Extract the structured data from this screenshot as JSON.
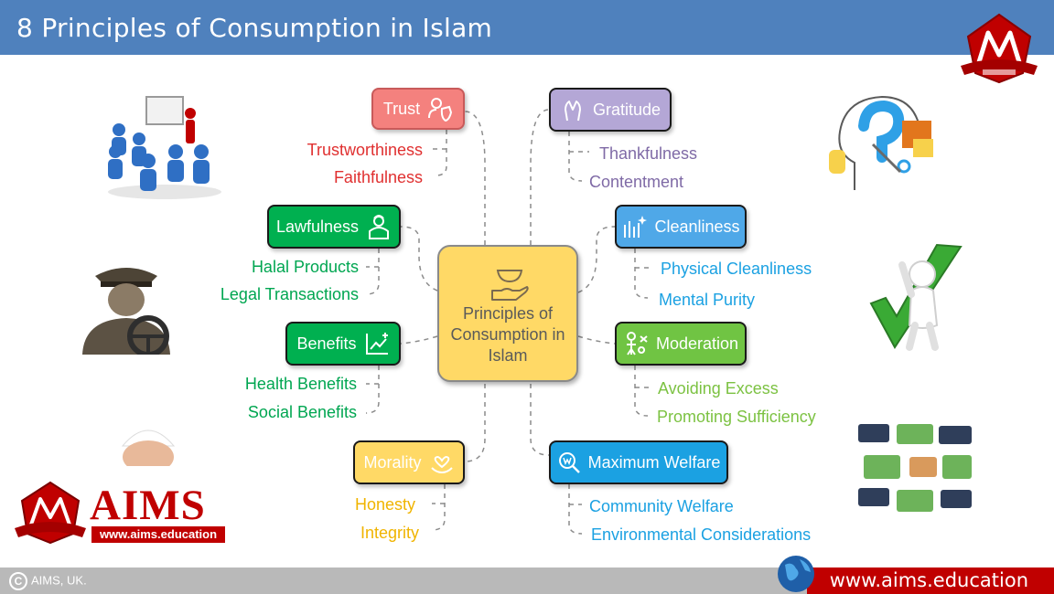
{
  "header": {
    "title": "8 Principles of Consumption in Islam"
  },
  "center": {
    "label": "Principles of Consumption in Islam"
  },
  "principles": {
    "trust": {
      "label": "Trust",
      "color": "#f4817e",
      "text_color": "#e03030",
      "items": [
        "Trustworthiness",
        "Faithfulness"
      ],
      "icon": "shield-person-icon"
    },
    "lawfulness": {
      "label": "Lawfulness",
      "color": "#00b050",
      "text_color": "#00a651",
      "items": [
        "Halal Products",
        "Legal Transactions"
      ],
      "icon": "scholar-icon"
    },
    "benefits": {
      "label": "Benefits",
      "color": "#00b050",
      "text_color": "#00a651",
      "items": [
        "Health Benefits",
        "Social Benefits"
      ],
      "icon": "growth-chart-icon"
    },
    "morality": {
      "label": "Morality",
      "color": "#ffd966",
      "text_color": "#f0b400",
      "items": [
        "Honesty",
        "Integrity"
      ],
      "icon": "heart-hand-icon"
    },
    "gratitude": {
      "label": "Gratitude",
      "color": "#b4a7d6",
      "text_color": "#7f6aa6",
      "items": [
        "Thankfulness",
        "Contentment"
      ],
      "icon": "praying-hands-icon"
    },
    "cleanliness": {
      "label": "Cleanliness",
      "color": "#4fa8e8",
      "text_color": "#1ba1e2",
      "items": [
        "Physical Cleanliness",
        "Mental Purity"
      ],
      "icon": "sparkle-icon"
    },
    "moderation": {
      "label": "Moderation",
      "color": "#70c443",
      "text_color": "#7cc242",
      "items": [
        "Avoiding Excess",
        "Promoting Sufficiency"
      ],
      "icon": "balance-person-icon"
    },
    "welfare": {
      "label": "Maximum Welfare",
      "color": "#1ba1e2",
      "text_color": "#1ba1e2",
      "items": [
        "Community Welfare",
        "Environmental Considerations"
      ],
      "icon": "coin-search-icon"
    }
  },
  "logo": {
    "text": "AIMS",
    "url": "www.aims.education"
  },
  "footer": {
    "copyright": "AIMS, UK.",
    "url": "www.aims.education"
  }
}
